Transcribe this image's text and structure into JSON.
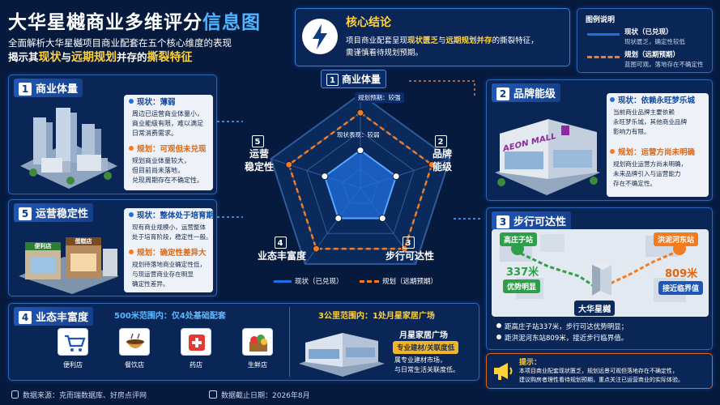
{
  "title": {
    "part1": "大华星樾商业多维评分",
    "part2": "信息图"
  },
  "subtitle": {
    "line1": "全面解析大华星樾项目商业配套在五个核心维度的表现",
    "line2_a": "揭示其",
    "line2_b": "现状",
    "line2_c": "与",
    "line2_d": "远期规划",
    "line2_e": "并存的",
    "line2_f": "撕裂特征"
  },
  "conclusion": {
    "heading": "核心结论",
    "t1": "项目商业配套呈现",
    "t2": "现状匮乏",
    "t3": "与",
    "t4": "远期规划并存",
    "t5": "的撕裂特征，",
    "t6": "需谨慎看待规划预期。"
  },
  "legend": {
    "title": "图例说明",
    "status_name": "现状（已兑现）",
    "status_desc": "现状匮乏，确定性较低",
    "plan_name": "规划（远期预期）",
    "plan_desc": "蓝图可观，落地存在不确定性"
  },
  "radar": {
    "axes": [
      {
        "num": "1",
        "label": "商业体量"
      },
      {
        "num": "2",
        "label": "品牌\n能级"
      },
      {
        "num": "3",
        "label": "步行可达性"
      },
      {
        "num": "4",
        "label": "业态丰富度"
      },
      {
        "num": "5",
        "label": "运营\n稳定性"
      }
    ],
    "plan_note": "规划预期：较强",
    "status_note": "现状表现：较弱",
    "legend_status": "现状（已兑现）",
    "legend_plan": "规划（远期预期）"
  },
  "chart_data": {
    "type": "radar",
    "categories": [
      "商业体量",
      "品牌能级",
      "步行可达性",
      "业态丰富度",
      "运营稳定性"
    ],
    "rmax": 5,
    "series": [
      {
        "name": "现状（已兑现）",
        "values": [
          2,
          2,
          2,
          2,
          2
        ]
      },
      {
        "name": "规划（远期预期）",
        "values": [
          4,
          4,
          4,
          4,
          4
        ]
      }
    ]
  },
  "card1": {
    "num": "1",
    "title": "商业体量",
    "status_h": "现状：薄弱",
    "status_t": "周边已运营商业体量小，\n商业能级有限，难以满足\n日常消费需求。",
    "plan_h": "规划：可观但未兑现",
    "plan_t": "规划商业体量较大，\n但目前尚未落地，\n兑现周期存在不确定性。"
  },
  "card2": {
    "num": "2",
    "title": "品牌能级",
    "status_h": "现状：依赖永旺梦乐城",
    "status_t": "当前商业品牌主要依赖\n永旺梦乐城，其他商业品牌\n影响力有限。",
    "plan_h": "规划：运营方尚未明确",
    "plan_t": "规划商业运营方尚未明确，\n未来品牌引入与运营能力\n存在不确定性。",
    "mall_sign": "AEON MALL"
  },
  "card3": {
    "num": "3",
    "title": "步行可达性",
    "stationA": "高庄子站",
    "distA": "337米",
    "tagA": "优势明显",
    "stationB": "洪泥河东站",
    "distB": "809米",
    "tagB": "接近临界值",
    "project": "大华星樾",
    "b1": "距高庄子站337米，步行可达优势明显；",
    "b2": "距洪泥河东站809米，接近步行临界值。"
  },
  "card4": {
    "num": "4",
    "title": "业态丰富度",
    "sec1": "500米范围内：仅4处基础配套",
    "icons": [
      "便利店",
      "餐饮店",
      "药店",
      "生鲜店"
    ],
    "sec2": "3公里范围内：1处月星家居广场",
    "mall_name": "月星家居广场",
    "mall_tag": "专业建材/关联度低",
    "mall_t": "属专业建材市场，\n与日常生活关联度低。"
  },
  "card5": {
    "num": "5",
    "title": "运营稳定性",
    "status_h": "现状：整体处于培育期",
    "status_t": "现有商业规模小，运营整体\n处于培育阶段，稳定性一般。",
    "plan_h": "规划：确定性差异大",
    "plan_t": "规划待落地商业确定性低，\n与现运营商业存在明显\n确定性差异。",
    "shop1": "便利店",
    "shop2": "蛋糕店"
  },
  "tip": {
    "title": "提示：",
    "text": "本项目商业配套现状匮乏，规划远景可观但落地存在不确定性，\n建议购房者理性看待规划预期，重点关注已运营商业的实际体验。"
  },
  "footer": {
    "source": "数据来源：克而瑞数据库、好房点评网",
    "date": "数据截止日期：2026年8月"
  },
  "colors": {
    "status": "#1f6fe0",
    "plan": "#f47b20",
    "accent": "#ffd23a",
    "bg": "#061a3d"
  }
}
